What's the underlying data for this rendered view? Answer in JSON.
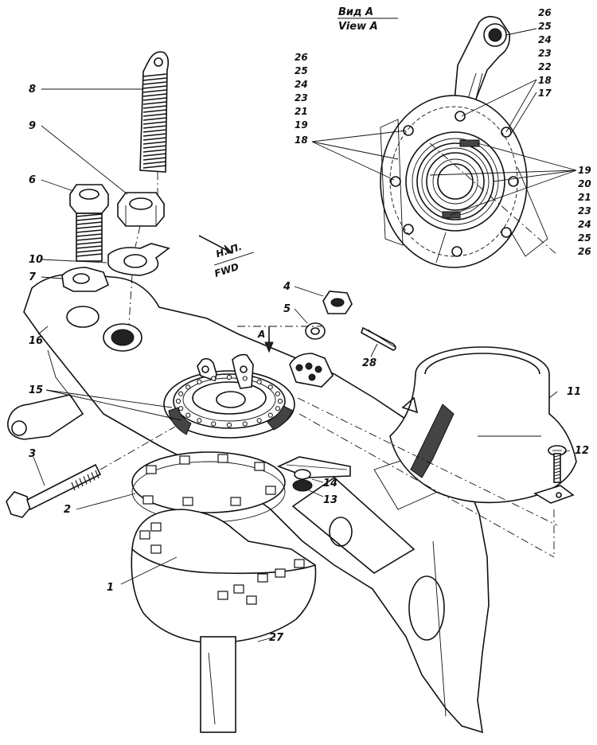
{
  "view_title": {
    "ru": "Вид А",
    "en": "View A"
  },
  "direction": {
    "ru": "Н. П.",
    "en": "FWD"
  },
  "arrow_label": "А",
  "callouts": {
    "c1": "1",
    "c2": "2",
    "c3": "3",
    "c4": "4",
    "c5": "5",
    "c6": "6",
    "c7": "7",
    "c8": "8",
    "c9": "9",
    "c10": "10",
    "c11": "11",
    "c12": "12",
    "c13": "13",
    "c14": "14",
    "c15": "15",
    "c16": "16",
    "c27": "27",
    "c28": "28"
  },
  "view_a_left_list": [
    "26",
    "25",
    "24",
    "23",
    "21",
    "19",
    "18"
  ],
  "view_a_top_list": [
    "26",
    "25",
    "24",
    "23",
    "22",
    "18",
    "17"
  ],
  "view_a_right_list": [
    "19",
    "20",
    "21",
    "23",
    "24",
    "25",
    "26"
  ]
}
